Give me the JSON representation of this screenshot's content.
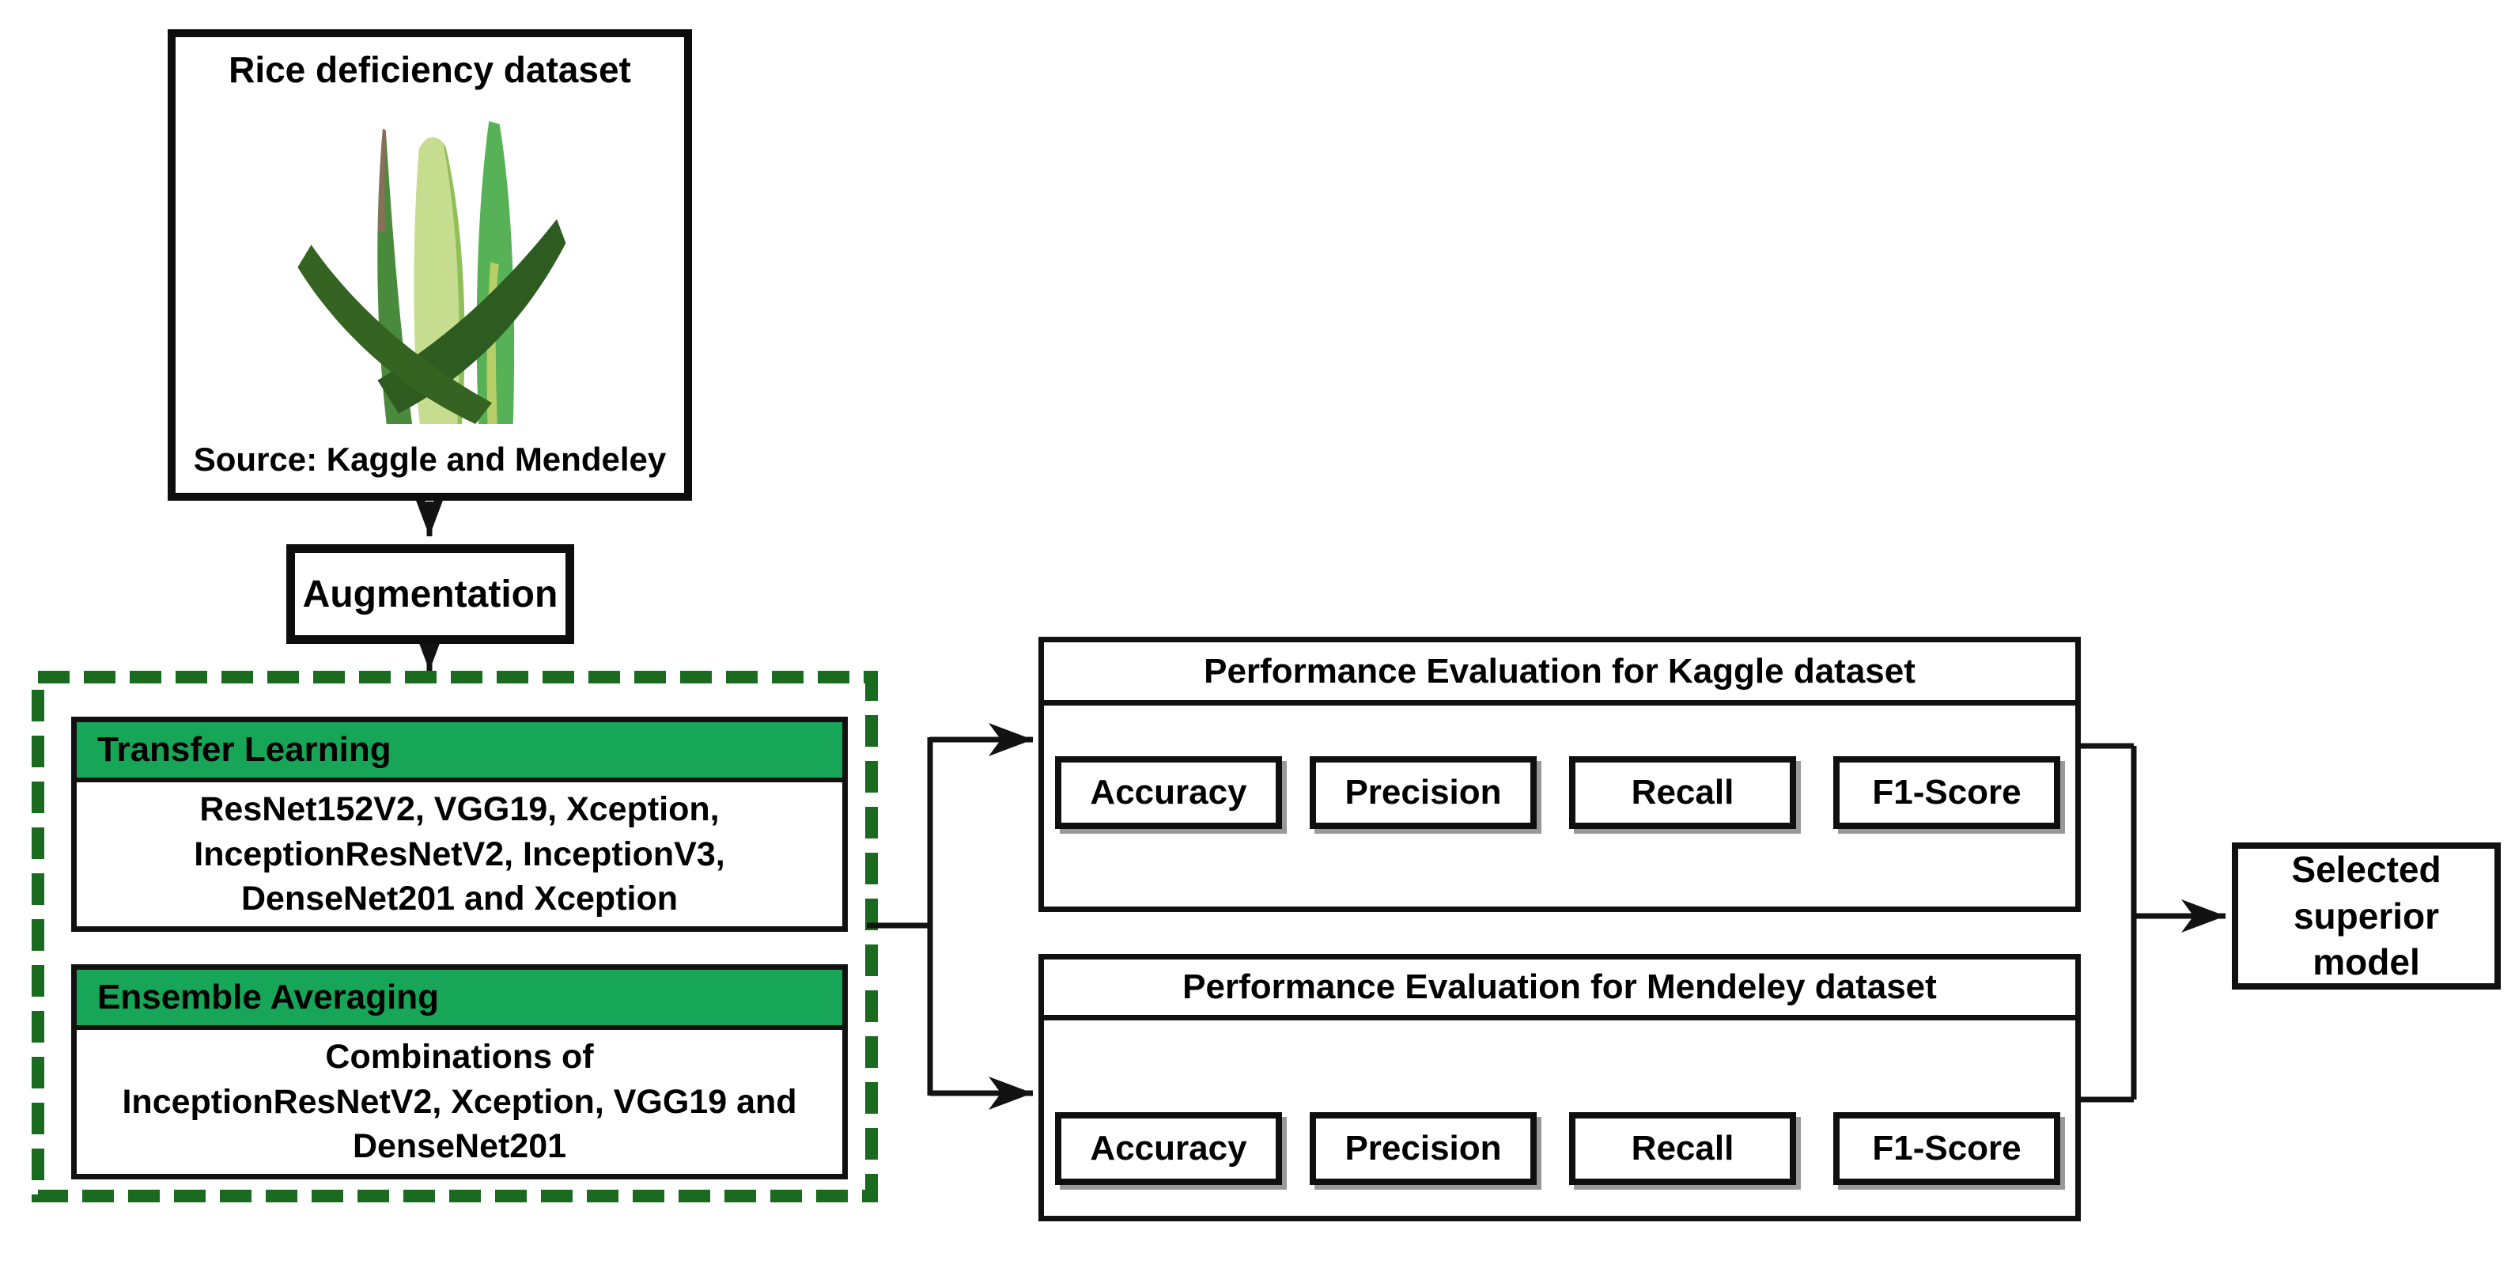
{
  "colors": {
    "header_green": "#17a657",
    "dashed_green": "#1a6b1f",
    "line": "#121212"
  },
  "dataset": {
    "title": "Rice deficiency dataset",
    "source": "Source: Kaggle and Mendeley"
  },
  "augmentation": {
    "label": "Augmentation"
  },
  "pipeline": {
    "transfer_learning": {
      "header": "Transfer Learning",
      "lines": [
        "ResNet152V2, VGG19, Xception,",
        "InceptionResNetV2, InceptionV3,",
        "DenseNet201 and Xception"
      ]
    },
    "ensemble_averaging": {
      "header": "Ensemble Averaging",
      "lines": [
        "Combinations of",
        "InceptionResNetV2, Xception, VGG19 and",
        "DenseNet201"
      ]
    }
  },
  "panels": [
    {
      "title": "Performance Evaluation for Kaggle dataset",
      "metrics": [
        "Accuracy",
        "Precision",
        "Recall",
        "F1-Score"
      ]
    },
    {
      "title": "Performance Evaluation for Mendeley dataset",
      "metrics": [
        "Accuracy",
        "Precision",
        "Recall",
        "F1-Score"
      ]
    }
  ],
  "result": {
    "lines": [
      "Selected",
      "superior",
      "model"
    ]
  }
}
